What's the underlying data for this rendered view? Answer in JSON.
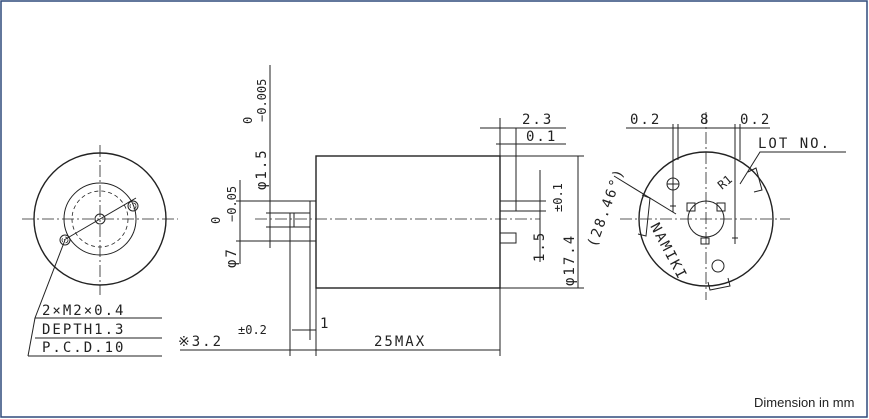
{
  "drawing": {
    "border_color": "#2f4a7c",
    "line_color": "#222222",
    "footer": "Dimension in mm"
  },
  "front_view": {
    "hole_spec": "2×M2×0.4",
    "depth_spec": "DEPTH1.3",
    "pcd_spec": "P.C.D.10"
  },
  "side_view": {
    "shaft_dia_main": "φ1.5",
    "shaft_dia_tol_upper": "0",
    "shaft_dia_tol_lower": "−0.005",
    "boss_dia_main": "φ7",
    "boss_dia_tol_upper": "0",
    "boss_dia_tol_lower": "−0.05",
    "shaft_length": "※3.2",
    "shaft_length_tol": "±0.2",
    "boss_length": "1",
    "body_length": "25MAX",
    "body_dia": "φ17.4",
    "term_width": "2.3",
    "term_gap": "0.1",
    "term_height": "1.5",
    "term_height_tol": "±0.1"
  },
  "rear_view": {
    "dim_left": "0.2",
    "dim_center": "8",
    "dim_right": "0.2",
    "lot_label": "LOT NO.",
    "radius_dim": "(28.46°)",
    "brand": "NAMIKI"
  }
}
